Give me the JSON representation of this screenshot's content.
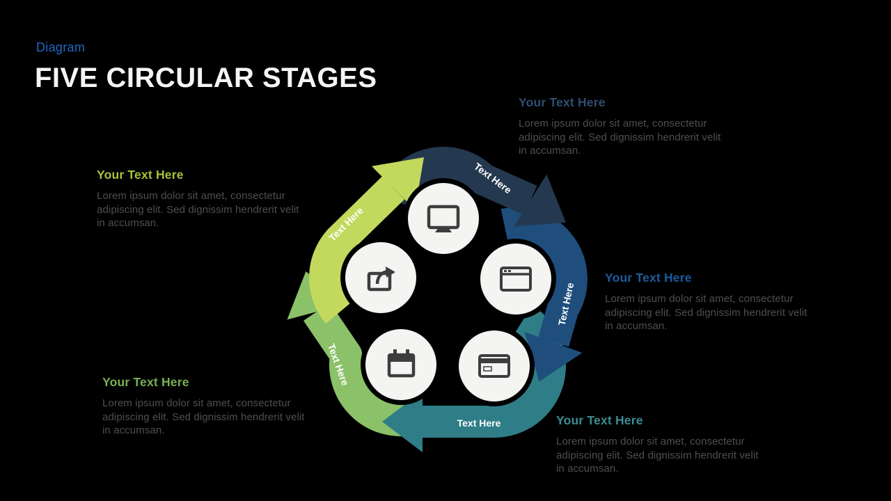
{
  "slide": {
    "category_label": "Diagram",
    "category_color": "#2368C4",
    "title": "FIVE CIRCULAR STAGES",
    "title_color": "#F5F5F5",
    "background": "#000000",
    "body_text_color": "#4F4F4F",
    "arrow_label_color": "#FFFFFF",
    "icon_color": "#3D3D3D",
    "node_fill": "#F4F4F2"
  },
  "stages": [
    {
      "name": "stage-top",
      "arrow_label": "Text Here",
      "color": "#24394F",
      "icon": "monitor-icon",
      "callout": {
        "position": "top-right",
        "heading": "Your Text Here",
        "heading_color": "#2E4E72",
        "body": "Lorem ipsum dolor sit amet, consectetur adipiscing elit. Sed dignissim hendrerit velit in accumsan."
      }
    },
    {
      "name": "stage-right",
      "arrow_label": "Text Here",
      "color": "#1F4E7D",
      "icon": "browser-icon",
      "callout": {
        "position": "middle-right",
        "heading": "Your Text Here",
        "heading_color": "#1E5B9E",
        "body": "Lorem ipsum dolor sit amet, consectetur adipiscing elit. Sed dignissim hendrerit velit in accumsan."
      }
    },
    {
      "name": "stage-bottom-right",
      "arrow_label": "Text Here",
      "color": "#2F7E87",
      "icon": "credit-card-icon",
      "callout": {
        "position": "bottom-right",
        "heading": "Your Text Here",
        "heading_color": "#3B8D92",
        "body": "Lorem ipsum dolor sit amet, consectetur adipiscing elit. Sed dignissim hendrerit velit in accumsan."
      }
    },
    {
      "name": "stage-bottom-left",
      "arrow_label": "Text Here",
      "color": "#8BC168",
      "icon": "calendar-icon",
      "callout": {
        "position": "bottom-left",
        "heading": "Your Text Here",
        "heading_color": "#79AF52",
        "body": "Lorem ipsum dolor sit amet, consectetur adipiscing elit. Sed dignissim hendrerit velit in accumsan."
      }
    },
    {
      "name": "stage-left",
      "arrow_label": "Text Here",
      "color": "#C2D95E",
      "icon": "share-icon",
      "callout": {
        "position": "middle-left",
        "heading": "Your Text Here",
        "heading_color": "#A6C33C",
        "body": "Lorem ipsum dolor sit amet, consectetur adipiscing elit. Sed dignissim hendrerit velit in accumsan."
      }
    }
  ]
}
